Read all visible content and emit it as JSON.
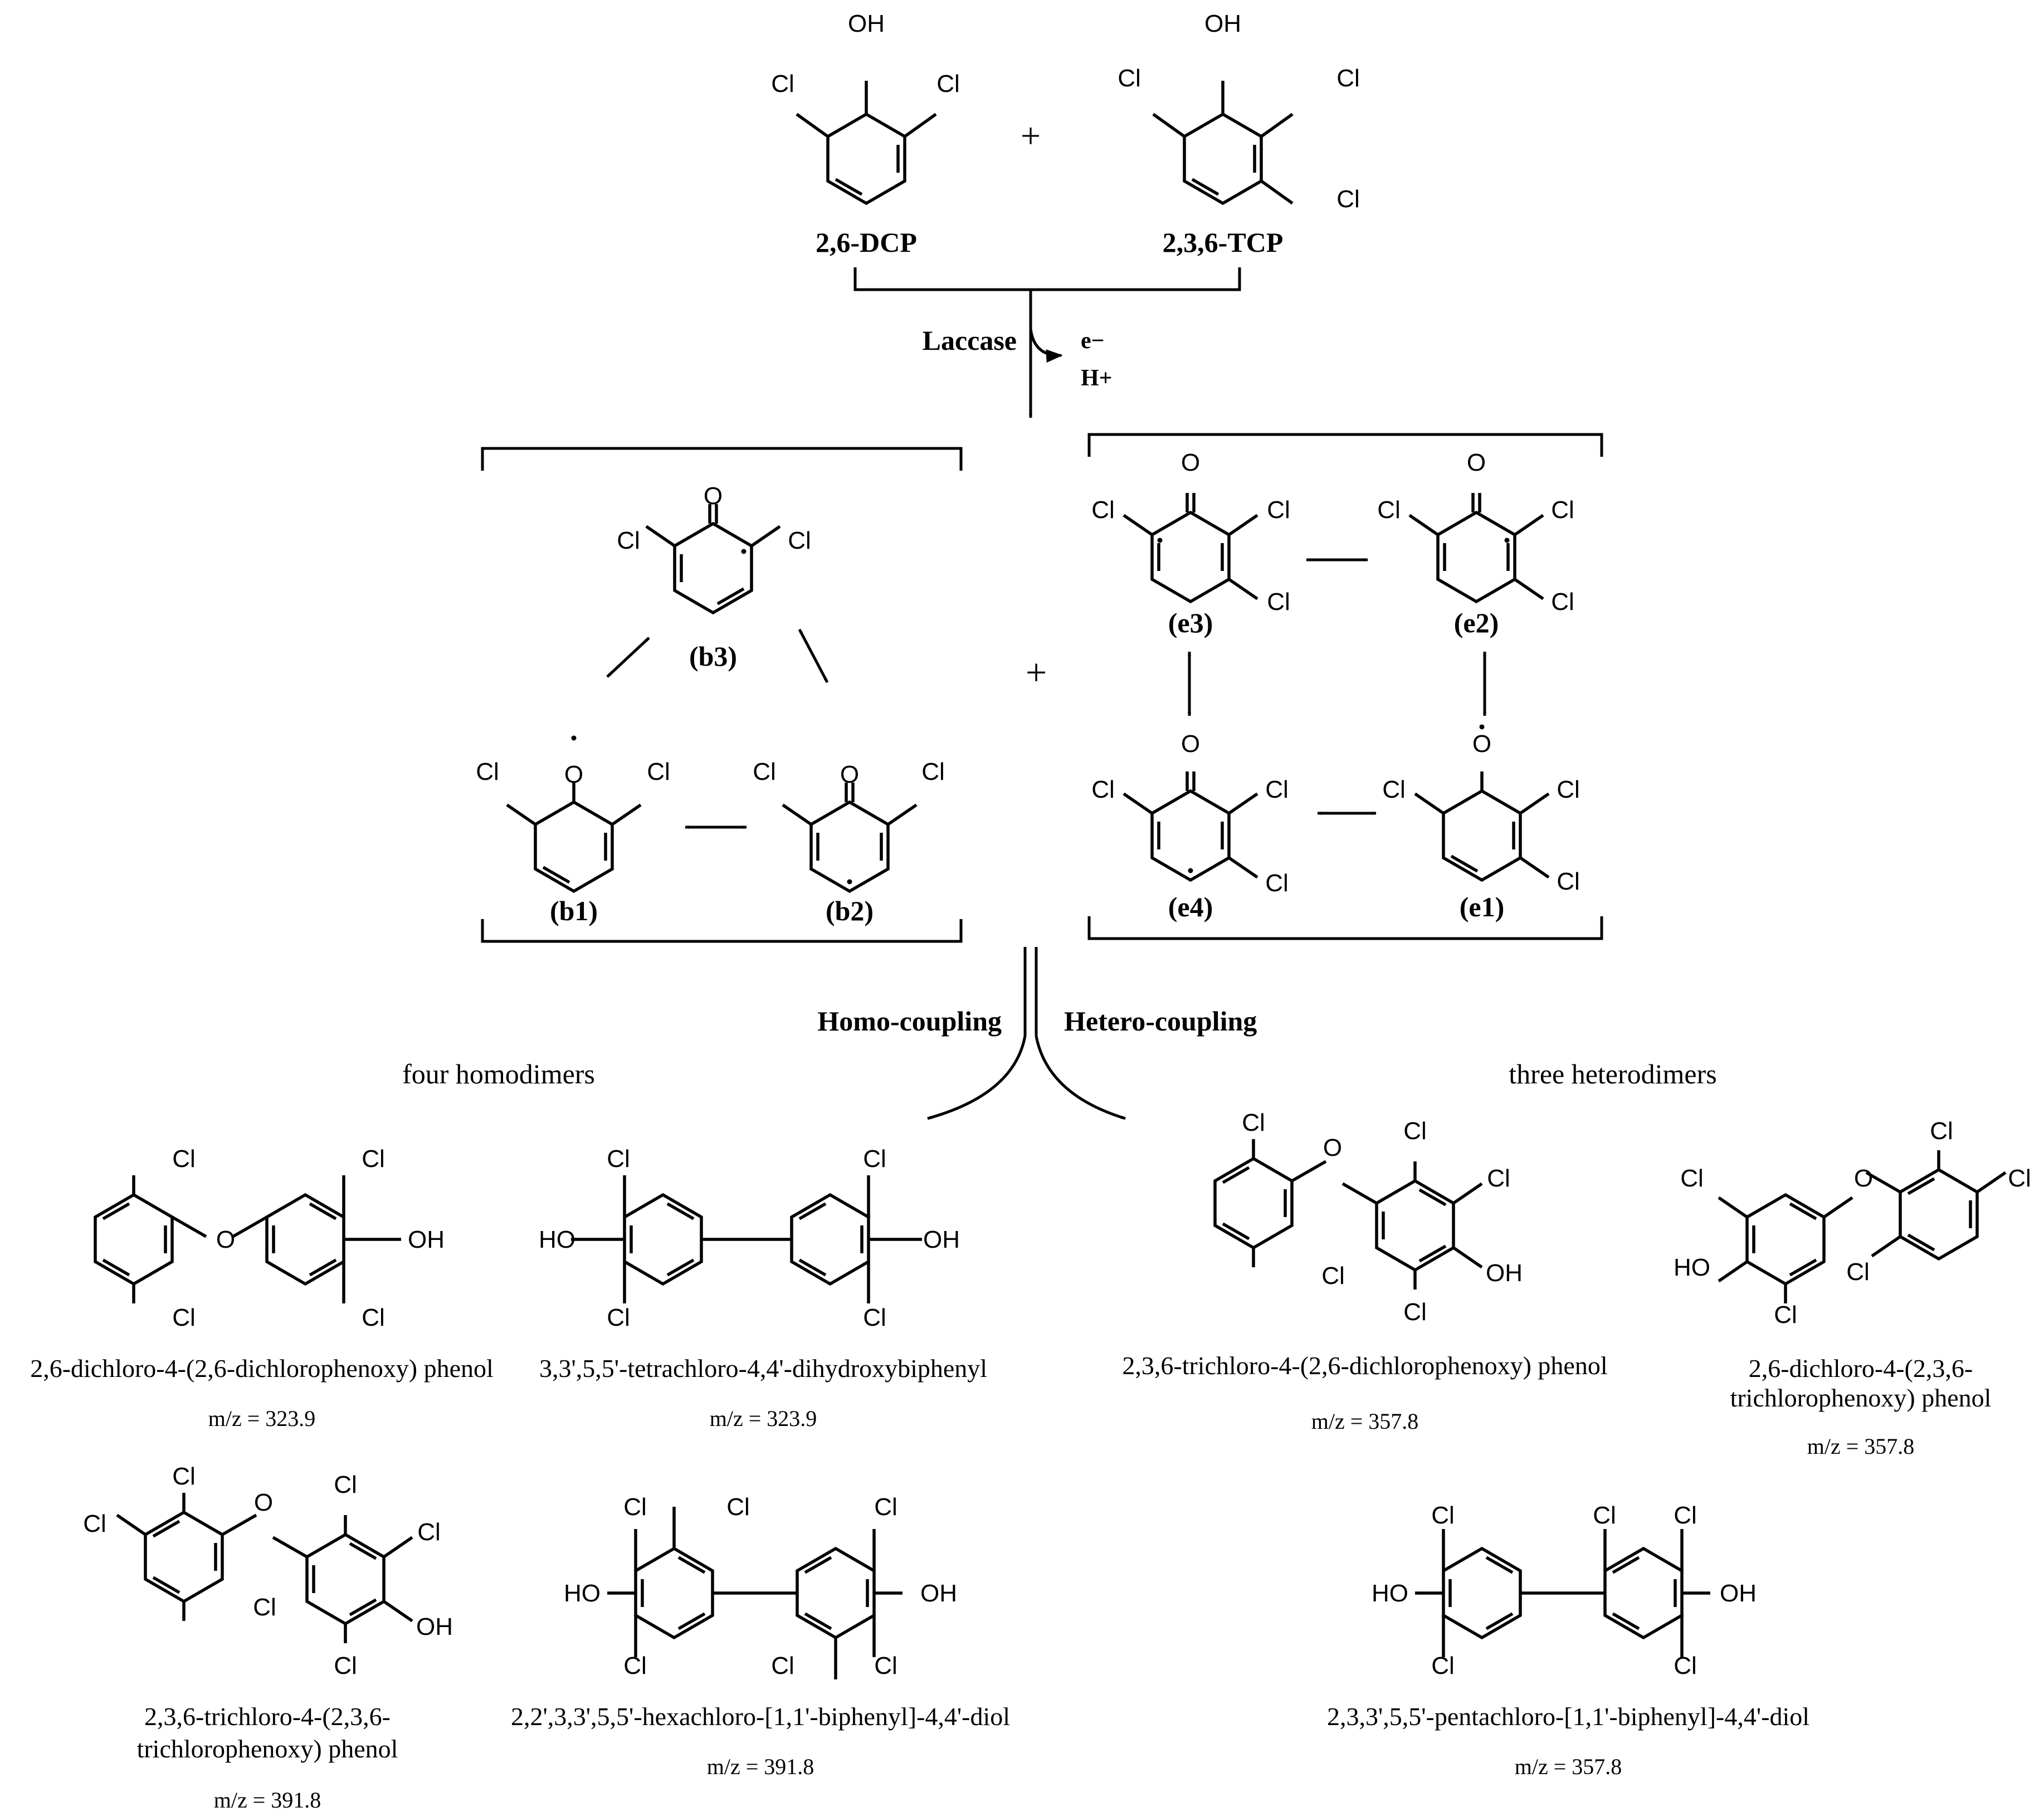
{
  "reactants": [
    {
      "name": "2,6-DCP"
    },
    {
      "name": "2,3,6-TCP"
    }
  ],
  "plus": "+",
  "enzyme": "Laccase",
  "electron": "e−",
  "proton": "H+",
  "intermediates": {
    "dcp_radicals": [
      "(b3)",
      "(b1)",
      "(b2)"
    ],
    "tcp_radicals": [
      "(e3)",
      "(e2)",
      "(e4)",
      "(e1)"
    ]
  },
  "pathways": {
    "homo": "Homo-coupling",
    "hetero": "Hetero-coupling"
  },
  "group_labels": {
    "homodimers": "four homodimers",
    "heterodimers": "three heterodimers"
  },
  "atoms": {
    "cl": "Cl",
    "oh": "OH",
    "ho": "HO",
    "o": "O"
  },
  "products": [
    {
      "name": "2,6-dichloro-4-(2,6-dichlorophenoxy) phenol",
      "mz": "m/z = 323.9"
    },
    {
      "name": "3,3',5,5'-tetrachloro-4,4'-dihydroxybiphenyl",
      "mz": "m/z = 323.9"
    },
    {
      "name": "2,3,6-trichloro-4-(2,6-dichlorophenoxy) phenol",
      "mz": "m/z = 357.8"
    },
    {
      "name_lines": [
        "2,6-dichloro-4-(2,3,6-",
        "trichlorophenoxy) phenol"
      ],
      "mz": "m/z = 357.8"
    },
    {
      "name_lines": [
        "2,3,6-trichloro-4-(2,3,6-",
        "trichlorophenoxy) phenol"
      ],
      "mz": "m/z = 391.8"
    },
    {
      "name": "2,2',3,3',5,5'-hexachloro-[1,1'-biphenyl]-4,4'-diol",
      "mz": "m/z = 391.8"
    },
    {
      "name": "2,3,3',5,5'-pentachloro-[1,1'-biphenyl]-4,4'-diol",
      "mz": "m/z = 357.8"
    }
  ]
}
